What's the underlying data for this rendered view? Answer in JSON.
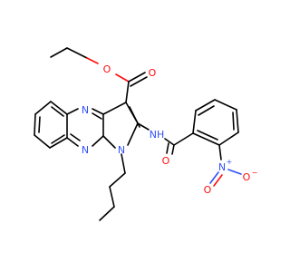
{
  "molecule": {
    "atoms": {
      "ester_o_single": "O",
      "ester_o_double": "O",
      "ring_n_top": "N",
      "ring_n_bottom": "N",
      "pyrrole_n": "N",
      "amide_nh": "NH",
      "amide_o": "O",
      "nitro_n": "N",
      "nitro_n_charge": "+",
      "nitro_o_left": "O",
      "nitro_o_right": "O",
      "nitro_o_charge": "−"
    },
    "colors": {
      "bond": "#000000",
      "oxygen": "#ff0d0d",
      "nitrogen": "#3050f8"
    }
  }
}
